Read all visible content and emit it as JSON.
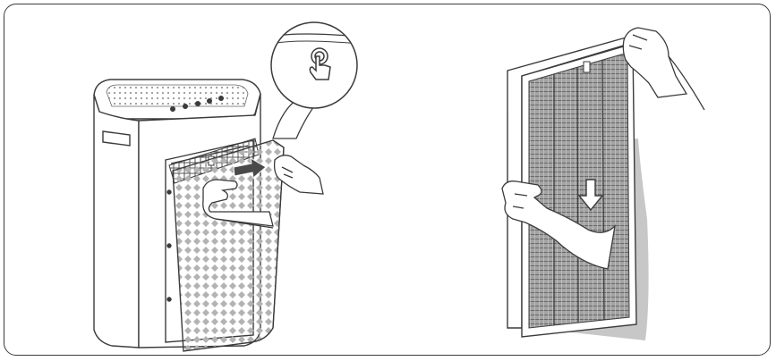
{
  "illustration": {
    "left_panel": {
      "subject": "air-purifier",
      "steps": [
        "press-release-button",
        "pull-front-cover-open"
      ],
      "callout_icon": "press-button-icon",
      "arrow_icon": "arrow-right-icon"
    },
    "right_panel": {
      "subject": "filter-cartridge",
      "steps": [
        "pull-filter-down-and-out"
      ],
      "arrow_icon": "arrow-down-icon"
    }
  },
  "colors": {
    "line": "#3b3b3b",
    "filter_grey": "#8a8a8a",
    "mesh_grey": "#9c9c9c",
    "shadow_grey": "#b9b9b9",
    "arrow_fill": "#4a4a4a"
  }
}
